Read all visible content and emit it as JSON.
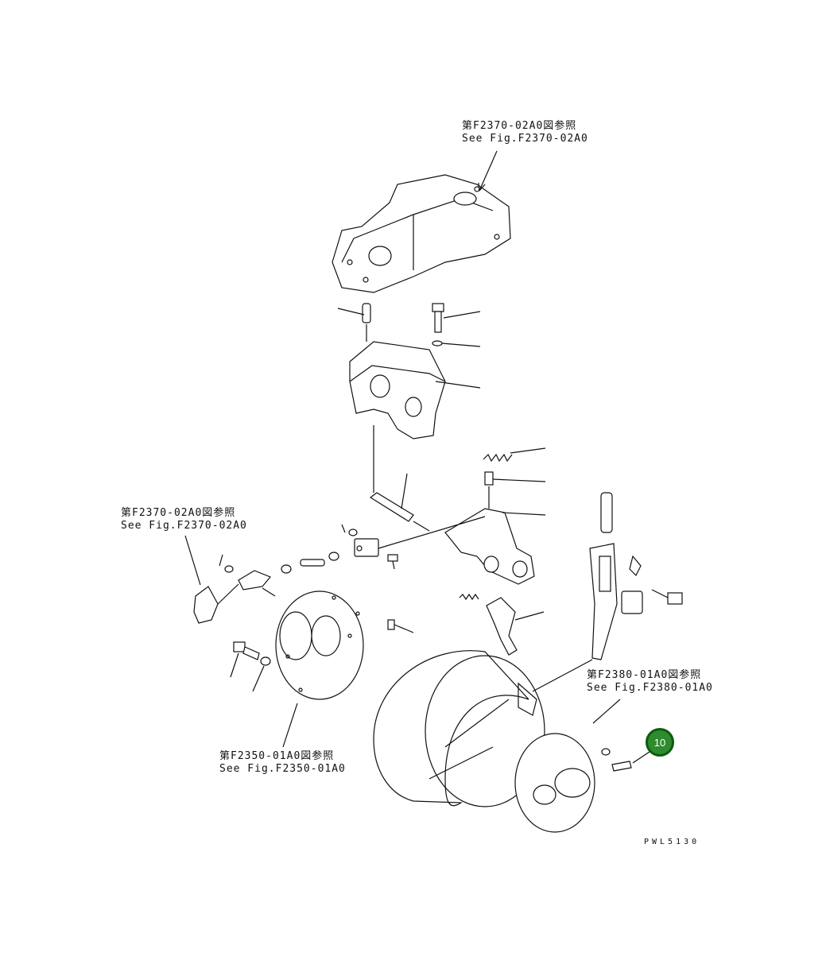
{
  "references": [
    {
      "jp": "第F2370-02A0図参照",
      "en": "See Fig.F2370-02A0"
    },
    {
      "jp": "第F2370-02A0図参照",
      "en": "See Fig.F2370-02A0"
    },
    {
      "jp": "第F2350-01A0図参照",
      "en": "See Fig.F2350-01A0"
    },
    {
      "jp": "第F2380-01A0図参照",
      "en": "See Fig.F2380-01A0"
    }
  ],
  "callout": {
    "label": "10",
    "color": "#2e8b2e"
  },
  "drawing_code": "PWL5130"
}
